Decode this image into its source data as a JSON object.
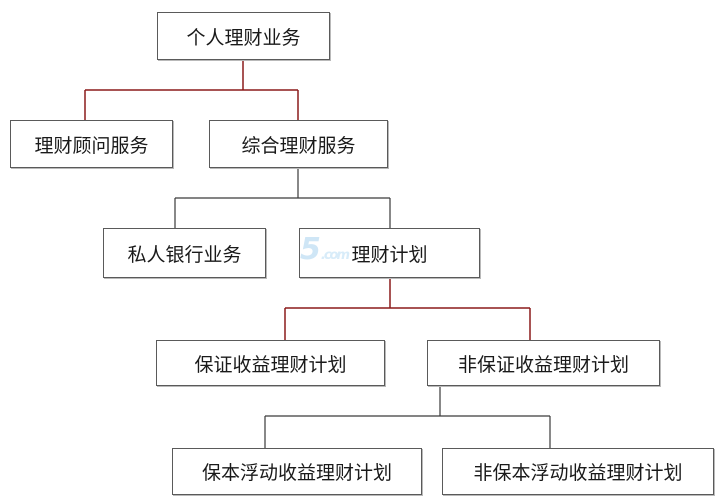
{
  "diagram": {
    "root": "个人理财业务",
    "level1": [
      "理财顾问服务",
      "综合理财服务"
    ],
    "level2": [
      "私人银行业务",
      "理财计划"
    ],
    "level3": [
      "保证收益理财计划",
      "非保证收益理财计划"
    ],
    "level4": [
      "保本浮动收益理财计划",
      "非保本浮动收益理财计划"
    ],
    "line_color": "#8b1a1a",
    "border_color": "#5a5a5a"
  }
}
